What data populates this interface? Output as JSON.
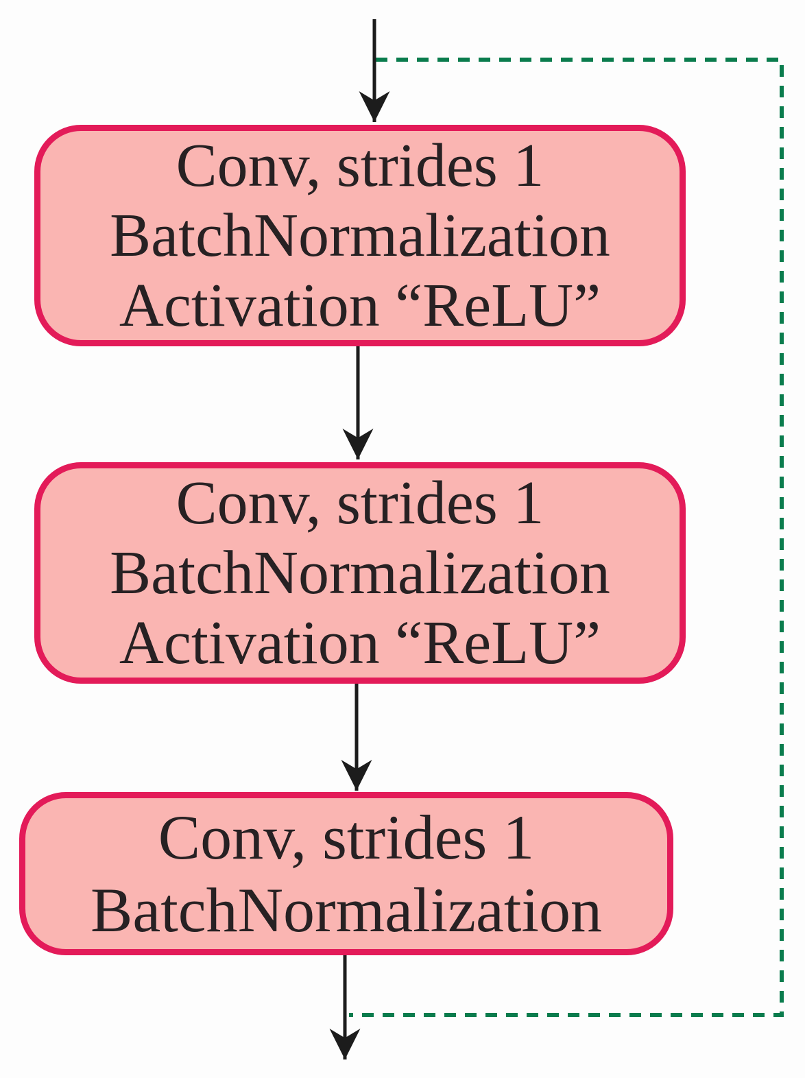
{
  "diagram": {
    "type": "flowchart",
    "description": "Convolutional residual block: three stacked conv layers with a dashed skip connection bypassing them on the right side",
    "blocks": [
      {
        "id": "conv-block-1",
        "lines": [
          "Conv, strides 1",
          "BatchNormalization",
          "Activation “ReLU”"
        ]
      },
      {
        "id": "conv-block-2",
        "lines": [
          "Conv, strides 1",
          "BatchNormalization",
          "Activation “ReLU”"
        ]
      },
      {
        "id": "conv-block-3",
        "lines": [
          "Conv, strides 1",
          "BatchNormalization"
        ]
      }
    ],
    "edges": [
      {
        "from": "input",
        "to": "conv-block-1",
        "style": "solid-black-arrow"
      },
      {
        "from": "conv-block-1",
        "to": "conv-block-2",
        "style": "solid-black-arrow"
      },
      {
        "from": "conv-block-2",
        "to": "conv-block-3",
        "style": "solid-black-arrow"
      },
      {
        "from": "conv-block-3",
        "to": "output",
        "style": "solid-black-arrow"
      },
      {
        "from": "input",
        "to": "output",
        "style": "dashed-green-skip-connection"
      }
    ],
    "colors": {
      "block_fill": "#fab5b2",
      "block_border": "#e31b59",
      "arrow_black": "#1c1c1c",
      "skip_connection_green": "#0a7c4d",
      "text": "#272123",
      "background": "#fdfdfd"
    }
  }
}
